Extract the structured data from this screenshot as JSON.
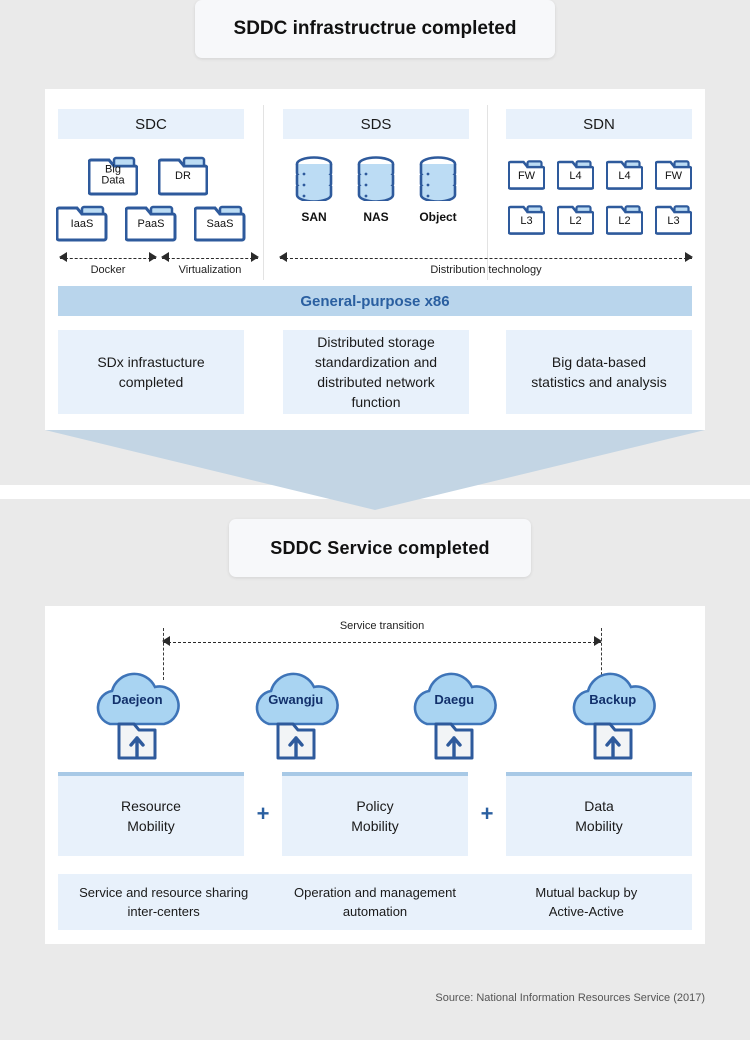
{
  "sections": {
    "infrastructure": {
      "title": "SDDC infrastructrue completed",
      "columns": [
        {
          "header": "SDC",
          "folders_row1": [
            {
              "label": "Big\nData",
              "lines": [
                "Big",
                "Data"
              ]
            },
            {
              "label": "DR",
              "lines": [
                "DR"
              ]
            }
          ],
          "folders_row2": [
            {
              "label": "IaaS",
              "lines": [
                "IaaS"
              ]
            },
            {
              "label": "PaaS",
              "lines": [
                "PaaS"
              ]
            },
            {
              "label": "SaaS",
              "lines": [
                "SaaS"
              ]
            }
          ]
        },
        {
          "header": "SDS",
          "cylinders": [
            "SAN",
            "NAS",
            "Object"
          ]
        },
        {
          "header": "SDN",
          "folders_row1": [
            {
              "label": "FW"
            },
            {
              "label": "L4"
            },
            {
              "label": "L4"
            },
            {
              "label": "FW"
            }
          ],
          "folders_row2": [
            {
              "label": "L3"
            },
            {
              "label": "L2"
            },
            {
              "label": "L2"
            },
            {
              "label": "L3"
            }
          ]
        }
      ],
      "measures": [
        {
          "caption": "Docker"
        },
        {
          "caption": "Virtualization"
        },
        {
          "caption": "Distribution technology"
        }
      ],
      "platform_bar": "General-purpose x86",
      "outcomes": [
        {
          "lines": [
            "SDx infrastucture",
            "completed"
          ]
        },
        {
          "lines": [
            "Distributed storage",
            "standardization and",
            "distributed network function"
          ]
        },
        {
          "lines": [
            "Big data-based",
            "statistics and analysis"
          ]
        }
      ]
    },
    "service": {
      "title": "SDDC  Service completed",
      "transition_label": "Service transition",
      "clouds": [
        "Daejeon",
        "Gwangju",
        "Daegu",
        "Backup"
      ],
      "mobility": [
        {
          "lines": [
            "Resource",
            "Mobility"
          ]
        },
        {
          "lines": [
            "Policy",
            "Mobility"
          ]
        },
        {
          "lines": [
            "Data",
            "Mobility"
          ]
        }
      ],
      "plus_symbol": "+",
      "benefits": [
        {
          "lines": [
            "Service and resource sharing",
            "inter-centers"
          ]
        },
        {
          "lines": [
            "Operation and management",
            "automation"
          ]
        },
        {
          "lines": [
            "Mutual backup by",
            "Active-Active"
          ]
        }
      ]
    }
  },
  "source": "Source: National Information Resources Service (2017)",
  "colors": {
    "page_background": "#eaeaea",
    "card_background": "#ffffff",
    "panel_light_blue": "#e8f1fb",
    "bar_blue": "#b9d5ec",
    "accent_blue": "#2a5fa0",
    "icon_outline": "#2e5a9c",
    "icon_fill": "#bcdcf4",
    "chevron": "#c3d5e4",
    "cloud_fill": "#a9d4f2",
    "label_navy": "#12306b"
  }
}
